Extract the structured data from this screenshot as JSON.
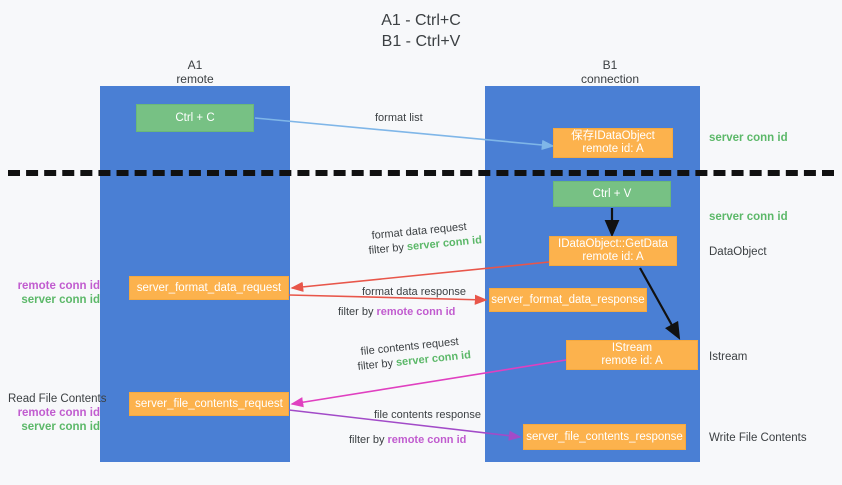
{
  "title": {
    "line1": "A1 - Ctrl+C",
    "line2": "B1 - Ctrl+V"
  },
  "lanes": [
    {
      "id": "A1",
      "name": "A1",
      "role": "remote"
    },
    {
      "id": "B1",
      "name": "B1",
      "role": "connection"
    }
  ],
  "nodes": {
    "ctrl_c": {
      "line1": "Ctrl + C",
      "line2": "",
      "color": "#77c184"
    },
    "save_dataobj": {
      "line1": "保存IDataObject",
      "line2": "remote id: A",
      "color": "#fcb24d"
    },
    "ctrl_v": {
      "line1": "Ctrl + V",
      "line2": "",
      "color": "#77c184"
    },
    "getdata": {
      "line1": "IDataObject::GetData",
      "line2": "remote id: A",
      "color": "#fcb24d"
    },
    "fmt_req": {
      "line1": "server_format_data_request",
      "line2": "",
      "color": "#fcb24d"
    },
    "fmt_res": {
      "line1": "server_format_data_response",
      "line2": "",
      "color": "#fcb24d"
    },
    "istream": {
      "line1": "IStream",
      "line2": "remote id: A",
      "color": "#fcb24d"
    },
    "file_req": {
      "line1": "server_file_contents_request",
      "line2": "",
      "color": "#fcb24d"
    },
    "file_res": {
      "line1": "server_file_contents_response",
      "line2": "",
      "color": "#fcb24d"
    }
  },
  "edges": {
    "format_list": {
      "text": "format list"
    },
    "fmt_data_request": {
      "text": "format data request"
    },
    "fmt_req_filter": {
      "prefix": "filter by ",
      "token": "server conn id"
    },
    "fmt_data_response": {
      "text": "format data response"
    },
    "fmt_res_filter": {
      "prefix": "filter by ",
      "token": "remote conn id"
    },
    "file_contents_request": {
      "text": "file contents request"
    },
    "file_req_filter": {
      "prefix": "filter by ",
      "token": "server conn id"
    },
    "file_contents_response": {
      "text": "file contents response"
    },
    "file_res_filter": {
      "prefix": "filter by ",
      "token": "remote conn id"
    }
  },
  "annotations": {
    "right_server_conn_1": "server conn id",
    "right_server_conn_2": "server conn id",
    "right_dataobject": "DataObject",
    "right_istream": "Istream",
    "right_write_file": "Write File Contents",
    "left_read_file": "Read File Contents",
    "left_remote_conn_1": "remote conn id",
    "left_server_conn_1": "server conn id",
    "left_remote_conn_2": "remote conn id",
    "left_server_conn_2": "server conn id"
  },
  "colors": {
    "lane": "#4a7fd4",
    "green_node": "#77c184",
    "orange_node": "#fcb24d",
    "server_conn_text": "#5cb869",
    "remote_conn_text": "#c15ccf",
    "arrow_blue": "#7fb6e8",
    "arrow_red": "#e8564a",
    "arrow_magenta": "#e040c0",
    "arrow_purple": "#a24bc8",
    "arrow_black": "#111111",
    "background": "#f7f8fa"
  }
}
